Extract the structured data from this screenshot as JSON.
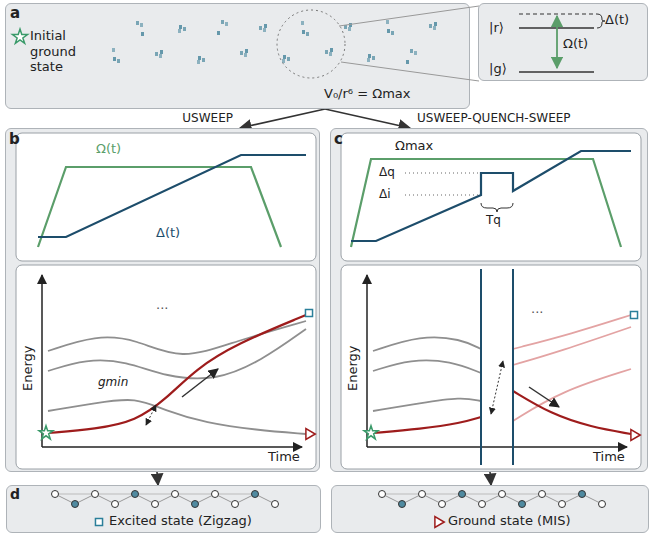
{
  "diagram": {
    "nodes": [
      {
        "text": [
          "a",
          "Initial ground state",
          "V₀/r⁶ = Ωmax"
        ]
      },
      {
        "text": [
          "|r⟩",
          "|g⟩",
          "Ω(t)",
          "Δ(t)"
        ]
      },
      {
        "text": [
          "b",
          "Ω(t)",
          "Δ(t)",
          "gmin",
          "Energy",
          "...",
          "Time"
        ]
      },
      {
        "text": [
          "c",
          "Ωmax",
          "Δq",
          "Δi",
          "Tq",
          "Energy",
          "...",
          "Time"
        ]
      },
      {
        "text": [
          "d"
        ]
      },
      {
        "text": [
          "Excited state (Zigzag)"
        ],
        "in": 4
      },
      {
        "text": [
          "Ground state (MIS)"
        ],
        "in": 4
      }
    ],
    "edges": [
      {
        "from": 0,
        "to": 2,
        "label": "USWEEP",
        "arrow": "to"
      },
      {
        "from": 0,
        "to": 3,
        "label": "USWEEP-QUENCH-SWEEP",
        "arrow": "to"
      },
      {
        "from": 2,
        "to": 5,
        "arrow": "to"
      },
      {
        "from": 3,
        "to": 6,
        "arrow": "to"
      }
    ]
  }
}
